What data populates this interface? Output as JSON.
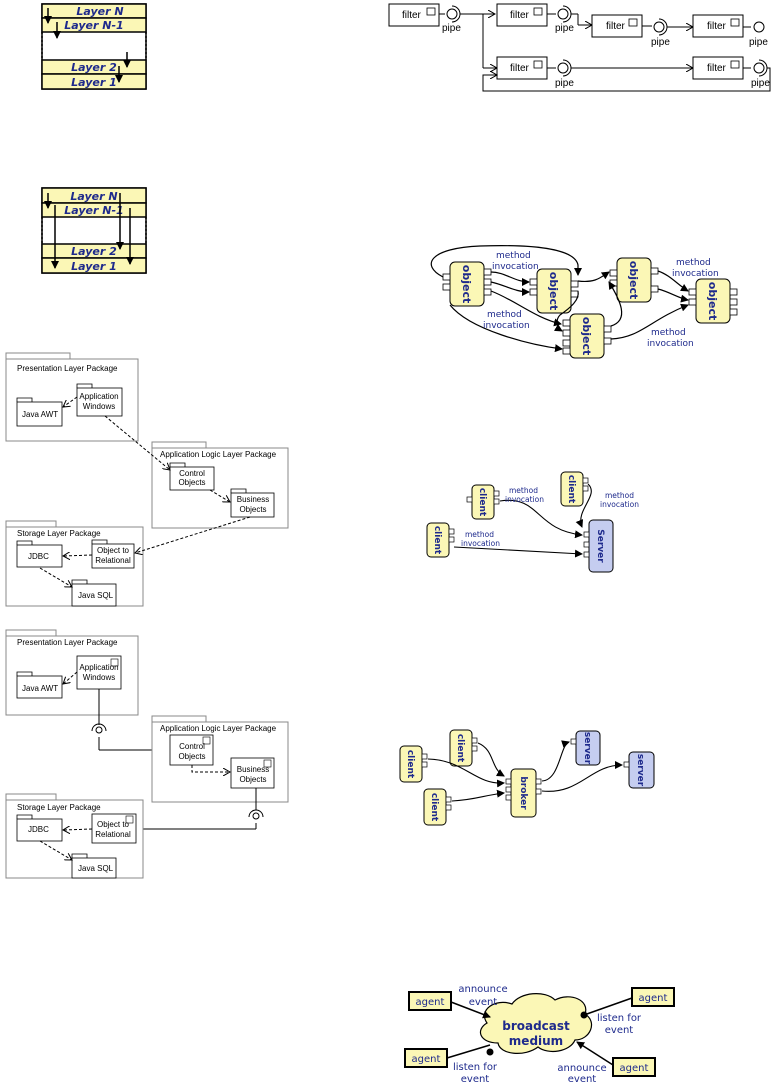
{
  "layers_strict": {
    "top": "Layer N",
    "second": "Layer N-1",
    "third": "Layer 2",
    "bottom": "Layer 1"
  },
  "layers_relaxed": {
    "top": "Layer N",
    "second": "Layer N-1",
    "third": "Layer 2",
    "bottom": "Layer 1"
  },
  "pipes": {
    "filter": "filter",
    "pipe": "pipe"
  },
  "packages_a": {
    "presentation": "Presentation Layer Package",
    "java_awt": "Java AWT",
    "app_windows_1": "Application",
    "app_windows_2": "Windows",
    "app_logic": "Application Logic Layer Package",
    "control_1": "Control",
    "control_2": "Objects",
    "business_1": "Business",
    "business_2": "Objects",
    "storage": "Storage Layer Package",
    "jdbc": "JDBC",
    "o2r_1": "Object to",
    "o2r_2": "Relational",
    "java_sql": "Java SQL"
  },
  "packages_b": {
    "presentation": "Presentation Layer Package",
    "java_awt": "Java AWT",
    "app_windows_1": "Application",
    "app_windows_2": "Windows",
    "app_logic": "Application Logic Layer Package",
    "control_1": "Control",
    "control_2": "Objects",
    "business_1": "Business",
    "business_2": "Objects",
    "storage": "Storage Layer Package",
    "jdbc": "JDBC",
    "o2r_1": "Object to",
    "o2r_2": "Relational",
    "java_sql": "Java SQL"
  },
  "objects": {
    "object": "object",
    "method": "method",
    "invocation": "invocation"
  },
  "client_server": {
    "client": "client",
    "server": "Server",
    "method": "method",
    "invocation": "invocation"
  },
  "broker": {
    "client": "client",
    "broker": "broker",
    "server": "server"
  },
  "broadcast": {
    "agent": "agent",
    "medium_1": "broadcast",
    "medium_2": "medium",
    "announce": "announce",
    "event": "event",
    "listen_for": "listen for"
  },
  "colors": {
    "layer_fill": "#fbf7b6",
    "layer_text": "#1e2a8c",
    "object_fill": "#fbf7b6",
    "server_fill": "#c5cdf0"
  }
}
